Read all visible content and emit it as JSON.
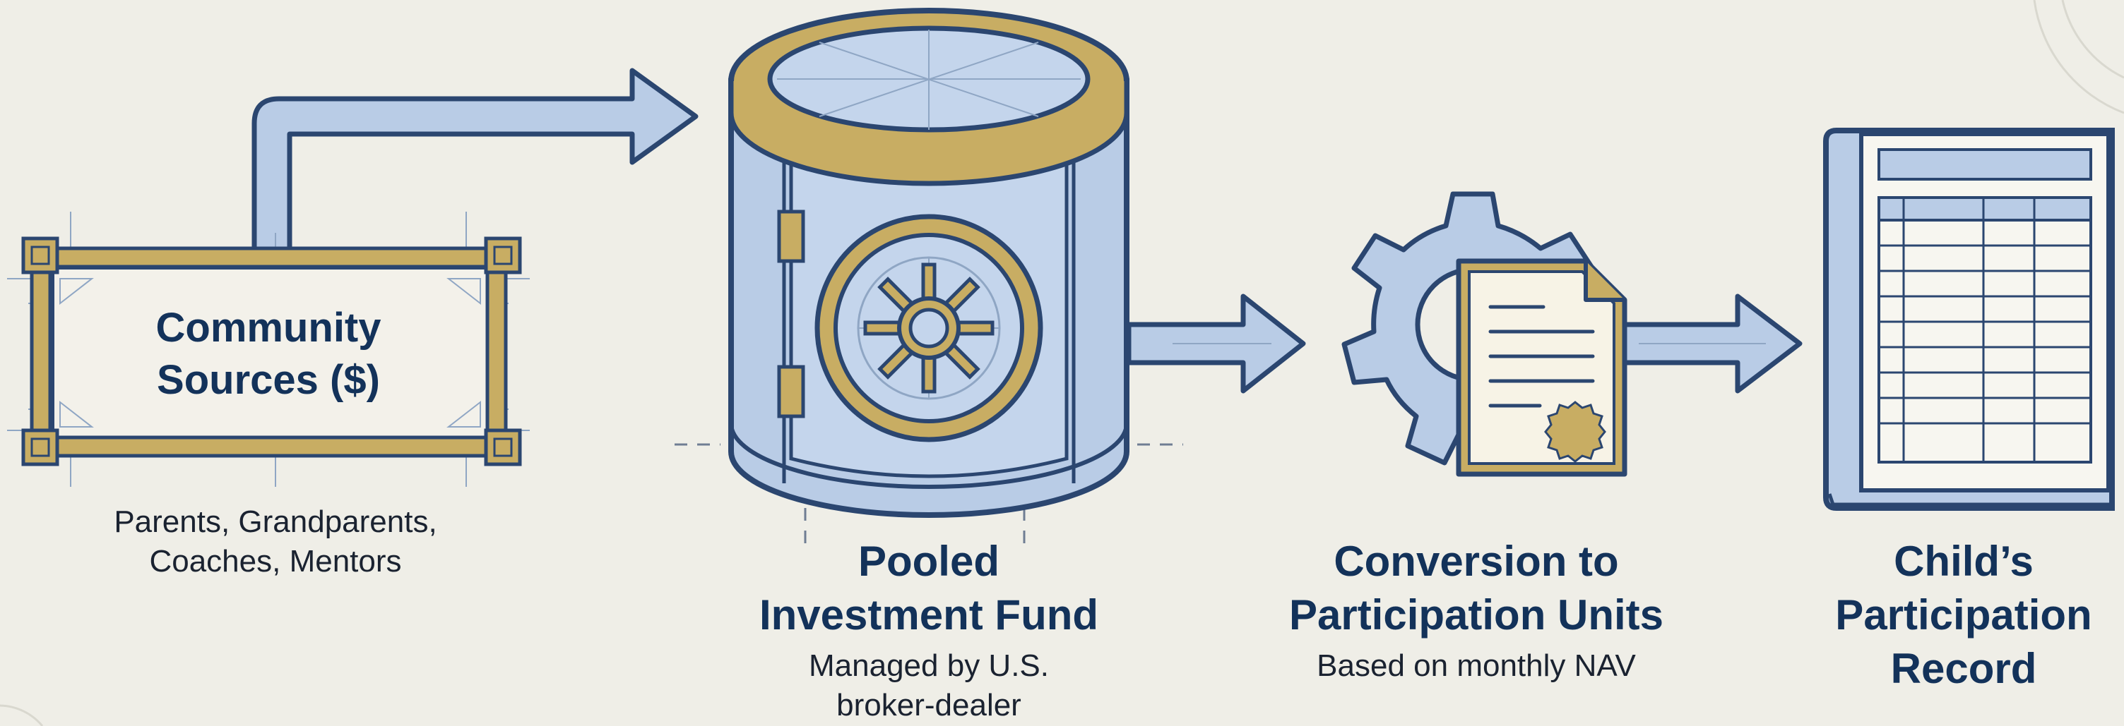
{
  "nodes": {
    "sources": {
      "title_line1": "Community",
      "title_line2": "Sources ($)",
      "sub_line1": "Parents, Grandparents,",
      "sub_line2": "Coaches, Mentors"
    },
    "fund": {
      "title_line1": "Pooled",
      "title_line2": "Investment Fund",
      "sub_line1": "Managed by U.S.",
      "sub_line2": "broker-dealer"
    },
    "conversion": {
      "title_line1": "Conversion to",
      "title_line2": "Participation Units",
      "sub_line1": "Based on monthly NAV"
    },
    "record": {
      "title_line1": "Child’s",
      "title_line2": "Participation",
      "title_line3": "Record"
    }
  },
  "colors": {
    "navy": "#2b4670",
    "blue_fill": "#b9cce6",
    "gold": "#c8ad63",
    "background": "#efeee7"
  },
  "icons": [
    "framed-box-icon",
    "vault-cylinder-icon",
    "gear-document-icon",
    "ledger-book-icon",
    "arrow-icon"
  ]
}
